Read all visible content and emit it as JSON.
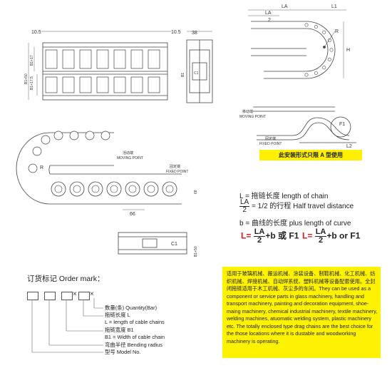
{
  "dims": {
    "top_left_10_5": "10.5",
    "top_right_10_5": "10.5",
    "side_38": "38",
    "side_b1": "B1",
    "side_c1": "C1",
    "left_b1_plus_50": "B1+50",
    "left_b1_plus_17": "B1+17",
    "left_b1": "B1",
    "left_b1_plus_17b": "B1+17.5",
    "left_b1b": "B1",
    "la": "LA",
    "la2": "LA",
    "two": "2",
    "l1": "L1",
    "r": "R",
    "h": "H",
    "r_moving": "R",
    "dim_66": "66",
    "dim_68": "68",
    "dim_f1": "F1",
    "dim_l2": "L2",
    "section_c1": "C1",
    "section_b1": "B1+50",
    "section_b1b": "B1"
  },
  "labels": {
    "moving_point_cn": "活动端",
    "moving_point_en": "MOVING POINT",
    "fixed_point_cn": "固定端",
    "fixed_point_en": "FIXED POINT",
    "install_note": "此安装形式只限 A 型使用",
    "moving_point_cn2": "移动端",
    "moving_point_en2": "MOVING POINT",
    "fixed_point_cn2": "固定端",
    "fixed_point_en2": "FIXED POINT"
  },
  "legend": {
    "l_symbol": "L",
    "l_text": " = 拖链长度  length of chain",
    "la_num": "LA",
    "la_den": "2",
    "la_text": " = 1/2 的行程  Half travel distance",
    "b_symbol": "b",
    "b_text": " = 曲线的长度  plus length of curve"
  },
  "formula": {
    "l_eq": "L=",
    "f1_num": "LA",
    "f1_den": "2",
    "f1_rest": "+b 或 F1",
    "l_eq2": "L=",
    "f2_num": "LA",
    "f2_den": "2",
    "f2_rest": "+b or F1"
  },
  "order": {
    "title": "订货标记 Order mark：",
    "x_mark": "×",
    "items": [
      "数量(条) Quantity(Bar)",
      "拖链长度 L",
      "L = length of cable chains",
      "拖链宽度 B1",
      "B1 = Width of cable chain",
      "弯曲半径 Bending radius",
      "型号 Model No."
    ]
  },
  "applications": {
    "text": "适用于玻璃机械、搬运机械、涂装设备、制鞋机械、化工机械、纺织机械、焊接机械、自动焊系统、塑料机械等设备配套使用。全封闭拖链适用于木工机械、灰尘多的车间。They can be used as a component or service parts in glass machinery, handling and transport machinery, painting and decoration equipment, shoe-maing machinery, chemical industrial machinery, textile machinery, welding machines, atuomatic welding system, plastic machinery etc. The totally enclosed type drag chains are the best choice for the those locations where it is dustable and woodworking machinery is operating."
  },
  "colors": {
    "accent_red": "#d4161d",
    "yellow": "#fff200",
    "line": "#444444"
  }
}
